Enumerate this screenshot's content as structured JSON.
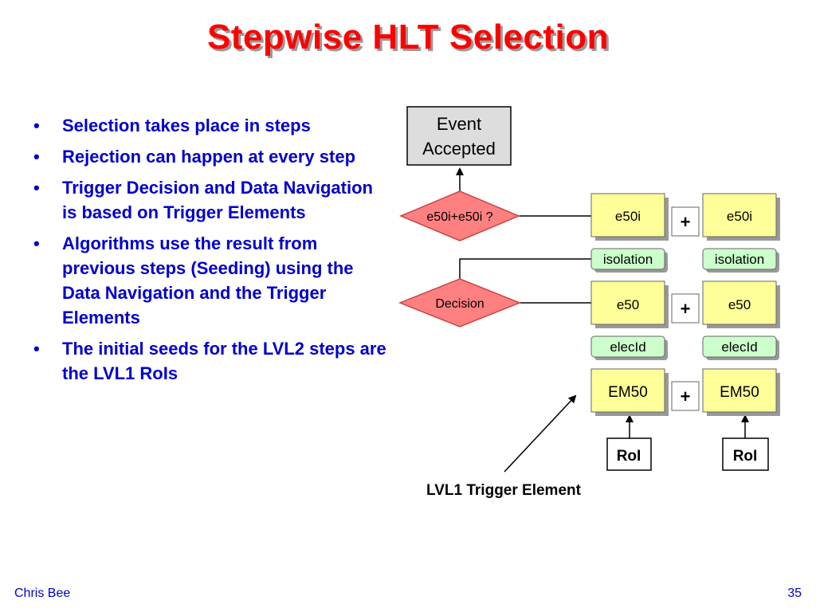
{
  "slide": {
    "title": "Stepwise HLT Selection",
    "footer_author": "Chris Bee",
    "page_number": "35"
  },
  "bullets": [
    "Selection takes place in steps",
    "Rejection can happen at every step",
    "Trigger Decision and  Data Navigation is based on Trigger Elements",
    "Algorithms use the result from previous steps (Seeding) using the Data Navigation and the Trigger Elements",
    "The initial seeds for the LVL2 steps are the LVL1 RoIs"
  ],
  "diagram": {
    "event_accepted": [
      "Event",
      "Accepted"
    ],
    "diamond_top": "e50i+e50i ?",
    "diamond_decision": "Decision",
    "e50i_left": "e50i",
    "e50i_right": "e50i",
    "isolation_left": "isolation",
    "isolation_right": "isolation",
    "e50_left": "e50",
    "e50_right": "e50",
    "elecid_left": "elecId",
    "elecid_right": "elecId",
    "em50_left": "EM50",
    "em50_right": "EM50",
    "plus": "+",
    "roi_left": "RoI",
    "roi_right": "RoI",
    "lvl1_label": "LVL1 Trigger Element"
  },
  "colors": {
    "title": "#ff0000",
    "bullet_text": "#0000cc",
    "yellow_box": "#ffff99",
    "green_box": "#ccffcc",
    "diamond": "#ff8080",
    "grey_box": "#dddddd"
  }
}
